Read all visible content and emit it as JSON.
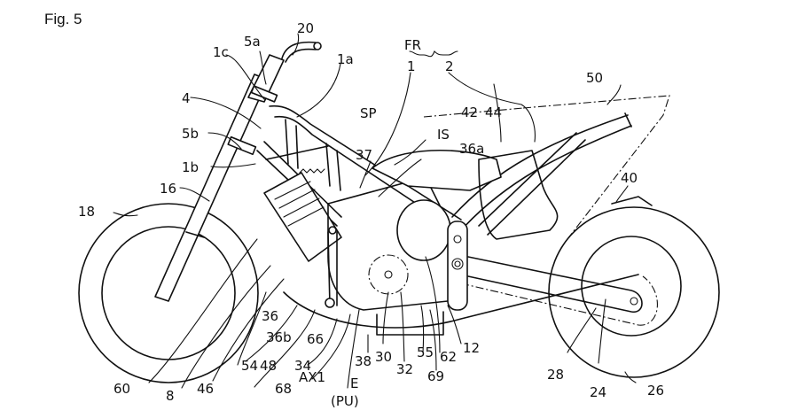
{
  "figure": {
    "title": "Fig. 5",
    "group_label": "FR",
    "labels": {
      "l1": "1",
      "l1a": "1a",
      "l1b": "1b",
      "l1c": "1c",
      "l2": "2",
      "l4": "4",
      "l5a": "5a",
      "l5b": "5b",
      "l8": "8",
      "l12": "12",
      "l16": "16",
      "l18": "18",
      "l20": "20",
      "l24": "24",
      "l26": "26",
      "l28": "28",
      "l30": "30",
      "l32": "32",
      "l34": "34",
      "l36": "36",
      "l36a": "36a",
      "l36b": "36b",
      "l37": "37",
      "l38": "38",
      "l40": "40",
      "l42": "42",
      "l44": "44",
      "l46": "46",
      "l48": "48",
      "l50": "50",
      "l54": "54",
      "l55": "55",
      "l60": "60",
      "l62": "62",
      "l66": "66",
      "l68": "68",
      "l69": "69",
      "lSP": "SP",
      "lIS": "IS",
      "lAX1": "AX1",
      "lE": "E",
      "lPU": "(PU)"
    }
  }
}
